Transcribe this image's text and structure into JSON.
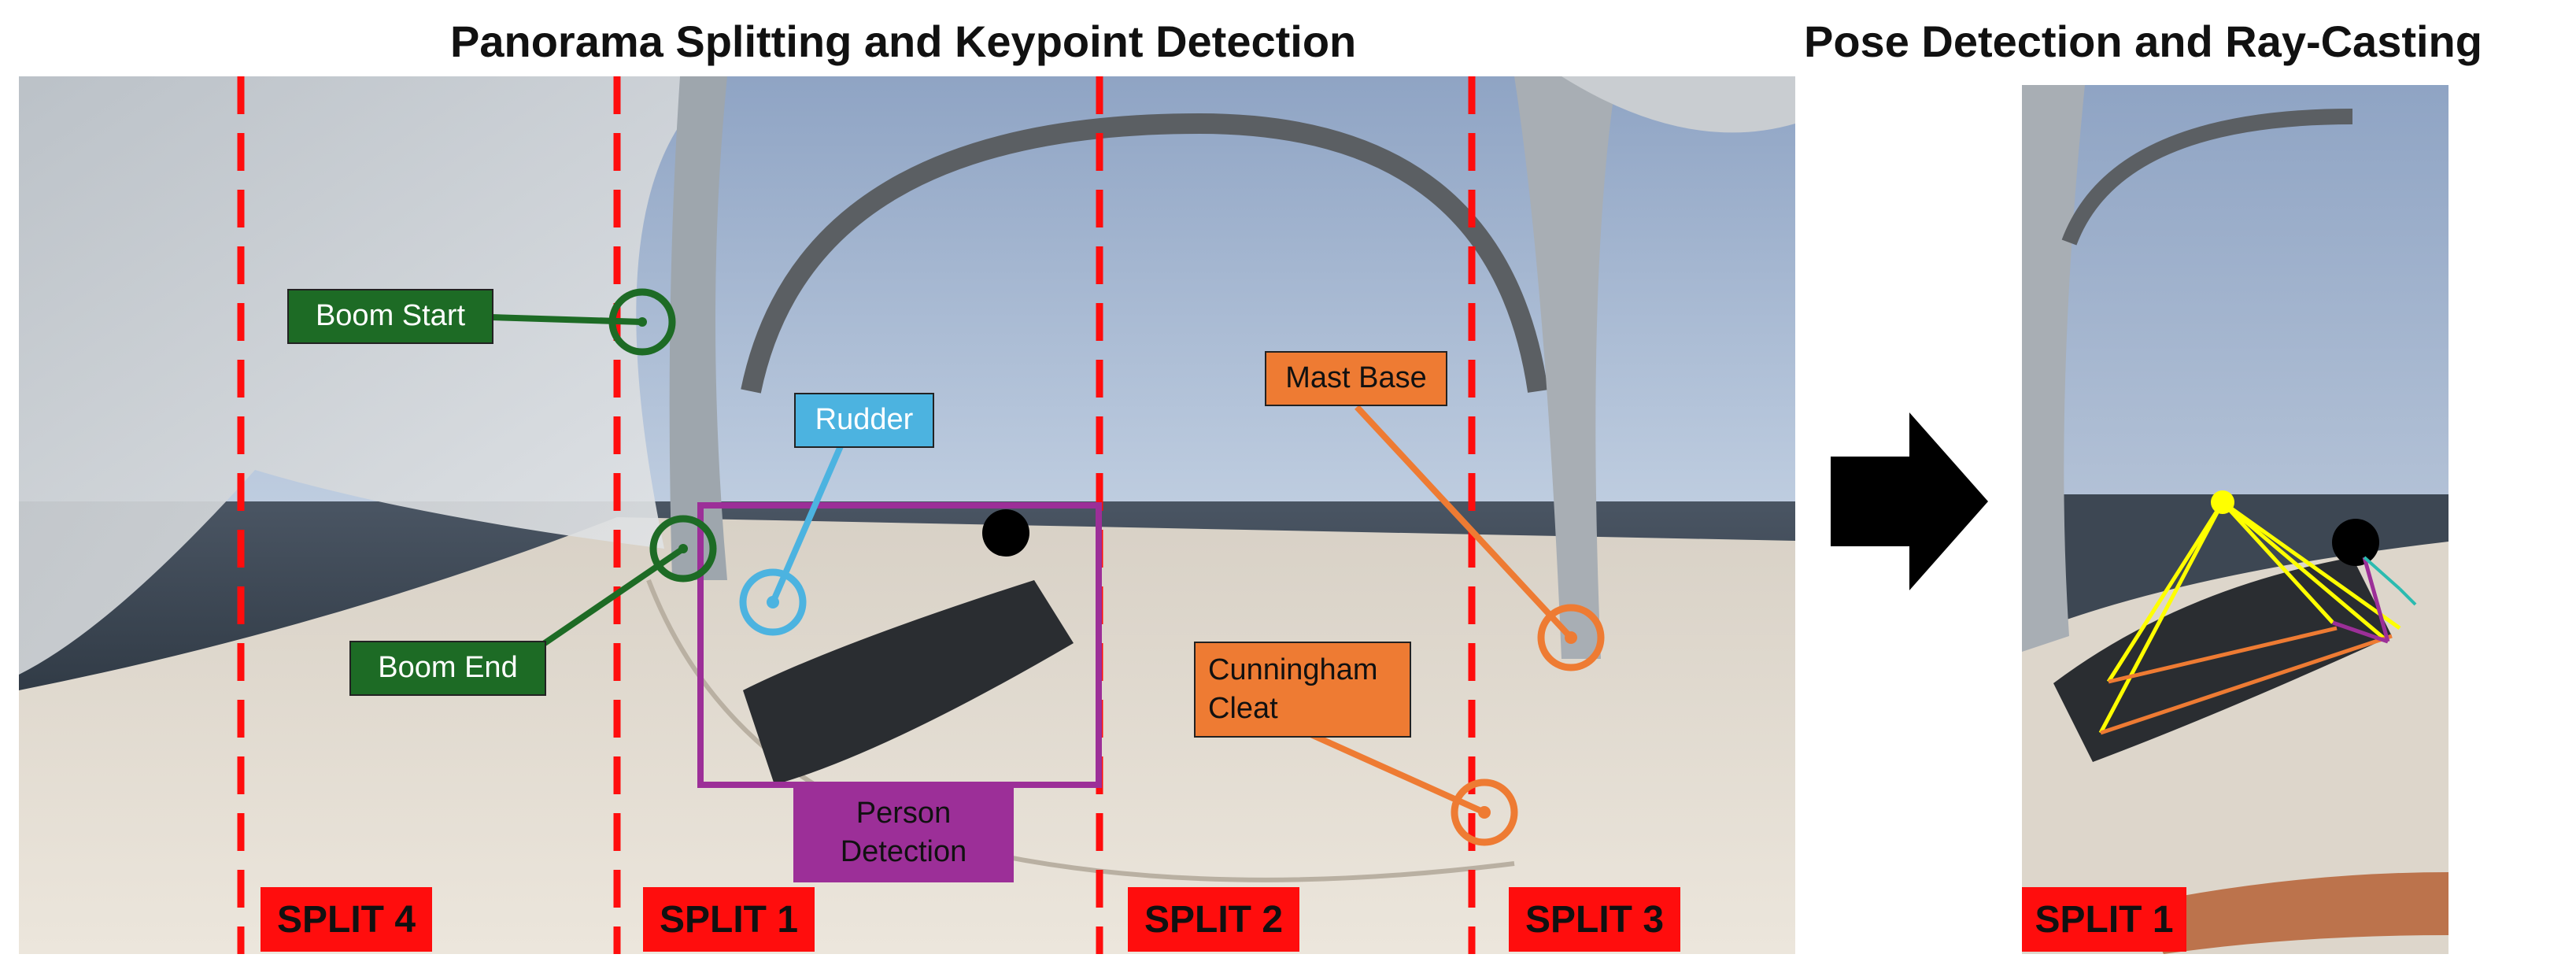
{
  "titles": {
    "left": "Panorama Splitting and Keypoint Detection",
    "right": "Pose Detection and Ray-Casting"
  },
  "keypoints": {
    "boom_start": "Boom Start",
    "boom_end": "Boom End",
    "rudder": "Rudder",
    "mast_base": "Mast Base",
    "cunningham_line1": "Cunningham",
    "cunningham_line2": "Cleat",
    "person_line1": "Person",
    "person_line2": "Detection"
  },
  "splits": {
    "split4": "SPLIT 4",
    "split1": "SPLIT 1",
    "split2": "SPLIT 2",
    "split3": "SPLIT 3",
    "right_split": "SPLIT 1"
  },
  "colors": {
    "split_line": "#ff0d0d",
    "boom": "#1d6b25",
    "rudder": "#4cb3e0",
    "mast": "#ee7b33",
    "person": "#9c2f98",
    "ray": "#ffff00"
  },
  "icons": {
    "arrow": "right-arrow-icon",
    "head_marker": "black-circle-icon"
  }
}
